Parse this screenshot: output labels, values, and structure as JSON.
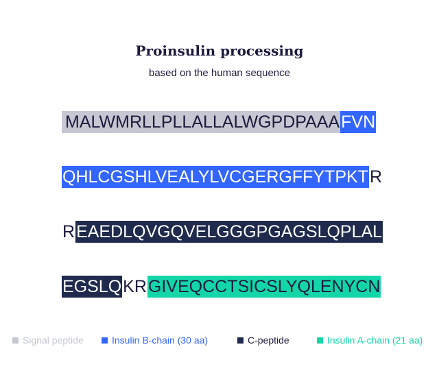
{
  "title": "Proinsulin processing",
  "subtitle": "based on the human sequence",
  "colors": {
    "signal": "#c5c8d2",
    "b_chain": "#3366ff",
    "c_peptide": "#1f2a4d",
    "a_chain": "#12d6a8",
    "text": "#1c1a3d"
  },
  "lines": [
    [
      {
        "text": "MALWMRLLPLLALLALWGPDPAAA",
        "type": "sig"
      },
      {
        "text": "FVN",
        "type": "b"
      }
    ],
    [
      {
        "text": "QHLCGSHLVEALYLVCGERGFFYTPKT",
        "type": "b"
      },
      {
        "text": "R",
        "type": "plain"
      }
    ],
    [
      {
        "text": "R",
        "type": "plain"
      },
      {
        "text": "EAEDLQVGQVELGGGPGAGSLQPLAL",
        "type": "c"
      }
    ],
    [
      {
        "text": "EGSLQ",
        "type": "c"
      },
      {
        "text": "KR",
        "type": "plain"
      },
      {
        "text": "GIVEQCCTSICSLYQLENYCN",
        "type": "a"
      }
    ]
  ],
  "legend": [
    {
      "label": "Signal peptide",
      "color": "#c5c8d2"
    },
    {
      "label": "Insulin B-chain (30 aa)",
      "color": "#3366ff"
    },
    {
      "label": "C-peptide",
      "color": "#1f2a4d"
    },
    {
      "label": "Insulin A-chain (21 aa)",
      "color": "#12d6a8"
    }
  ]
}
